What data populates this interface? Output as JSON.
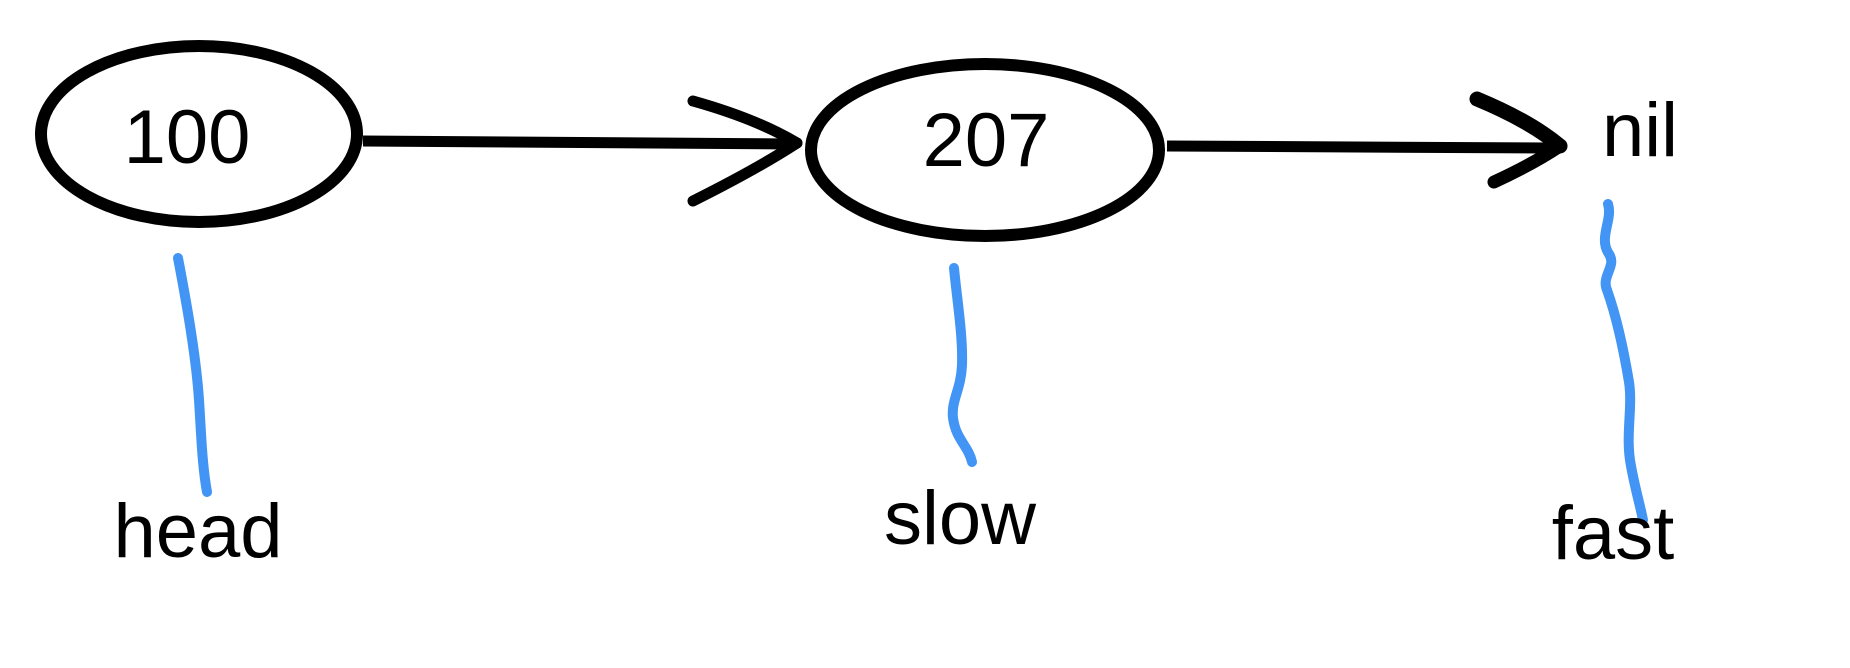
{
  "diagram": {
    "type": "linked-list-with-pointers",
    "nodes": [
      {
        "value": "100",
        "shape": "ellipse",
        "pointer_label": "head"
      },
      {
        "value": "207",
        "shape": "ellipse",
        "pointer_label": "slow"
      },
      {
        "value": "nil",
        "shape": "text",
        "pointer_label": "fast"
      }
    ],
    "edges": [
      {
        "from": "100",
        "to": "207"
      },
      {
        "from": "207",
        "to": "nil"
      }
    ]
  },
  "colors": {
    "ink": "#000000",
    "pointer_annotation": "#4295f4",
    "background": "#ffffff"
  }
}
